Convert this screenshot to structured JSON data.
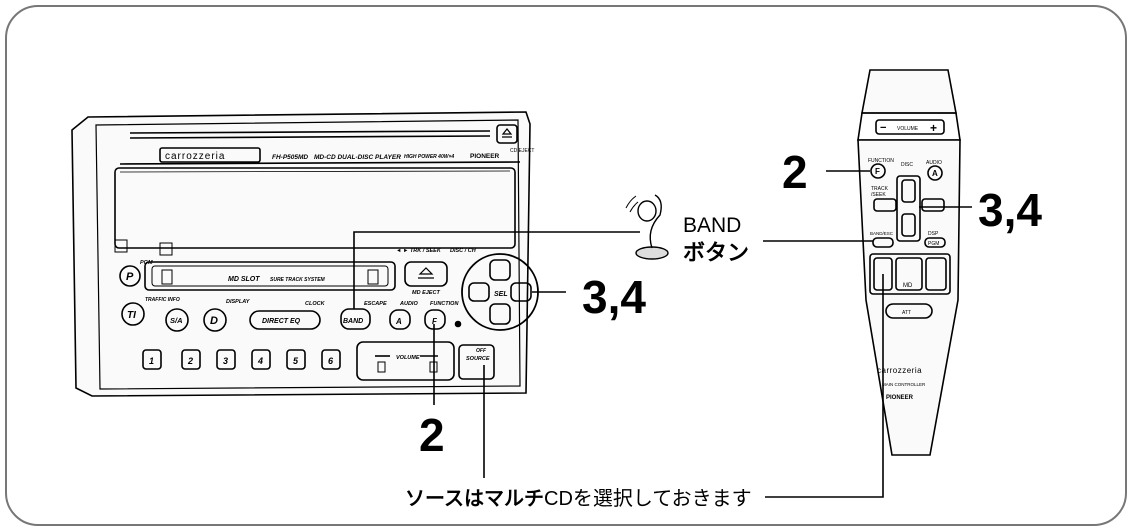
{
  "callouts": {
    "step2_left": "2",
    "step2_bottom": "2",
    "step34_right": "3,4",
    "step34_center": "3,4",
    "band_line1": "BAND",
    "band_line2": "ボタン",
    "bottom_bold": "ソースはマルチ",
    "bottom_rest": "CDを選択しておきます"
  },
  "head_unit": {
    "brand": "carrozzeria",
    "model": "FH-P505MD",
    "description": "MD-CD DUAL-DISC PLAYER",
    "power": "HIGH POWER 40W×4",
    "maker": "PIONEER",
    "cd_eject": "CD EJECT",
    "md_slot": "MD SLOT",
    "sure_track": "SURE TRACK SYSTEM",
    "md_eject": "MD EJECT",
    "trk_seek": "◄ ► TRK / SEEK",
    "disc_ch": "DISC / CH",
    "pgm": "PGM",
    "p": "P",
    "traffic_info": "TRAFFIC INFO",
    "ti": "TI",
    "sa": "S/A",
    "display": "DISPLAY",
    "d": "D",
    "direct_eq": "DIRECT EQ",
    "clock": "CLOCK",
    "escape": "ESCAPE",
    "band": "BAND",
    "audio": "AUDIO",
    "a": "A",
    "function": "FUNCTION",
    "f": "F",
    "sel": "SEL",
    "volume": "VOLUME",
    "off": "OFF",
    "source": "SOURCE",
    "presets": [
      "1",
      "2",
      "3",
      "4",
      "5",
      "6"
    ]
  },
  "remote": {
    "volume": "VOLUME",
    "function": "FUNCTION",
    "f": "F",
    "disc": "DISC",
    "audio": "AUDIO",
    "a": "A",
    "track_seek_1": "TRACK",
    "track_seek_2": "/SEEK",
    "band_esc": "BAND/ESC",
    "dsp": "DSP",
    "pgm": "PGM",
    "md": "MD",
    "att": "ATT",
    "brand": "carrozzeria",
    "main_controller": "MAIN CONTROLLER",
    "maker": "PIONEER"
  }
}
